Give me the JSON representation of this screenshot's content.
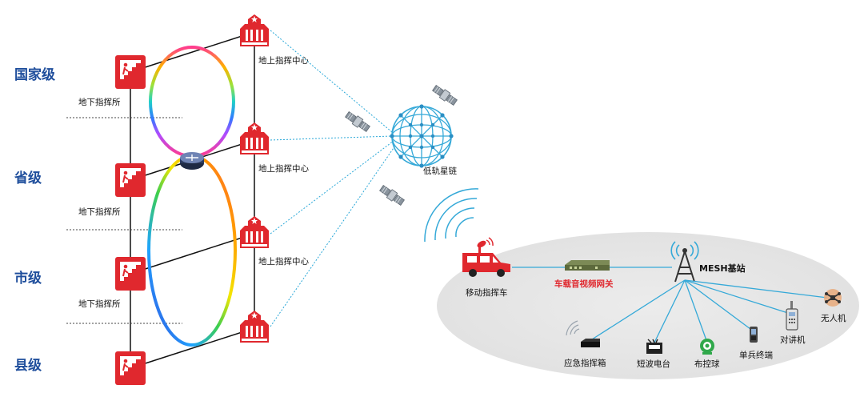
{
  "levels": [
    "国家级",
    "省级",
    "市级",
    "县级"
  ],
  "bunkers": [
    "地下指挥所",
    "地下指挥所",
    "地下指挥所",
    ""
  ],
  "centers": [
    "地上指挥中心",
    "地上指挥中心",
    "地上指挥中心",
    ""
  ],
  "network": {
    "satellite_chain": "低轨星链",
    "vehicle": "移动指挥车",
    "gateway": "车载音视频网关",
    "base_station": "MESH基站",
    "terminals": [
      "应急指挥箱",
      "短波电台",
      "布控球",
      "单兵终端",
      "对讲机",
      "无人机"
    ]
  },
  "colors": {
    "red": "#e0282e",
    "level_blue": "#1f4e9c",
    "link_blue": "#2aa8d8"
  }
}
